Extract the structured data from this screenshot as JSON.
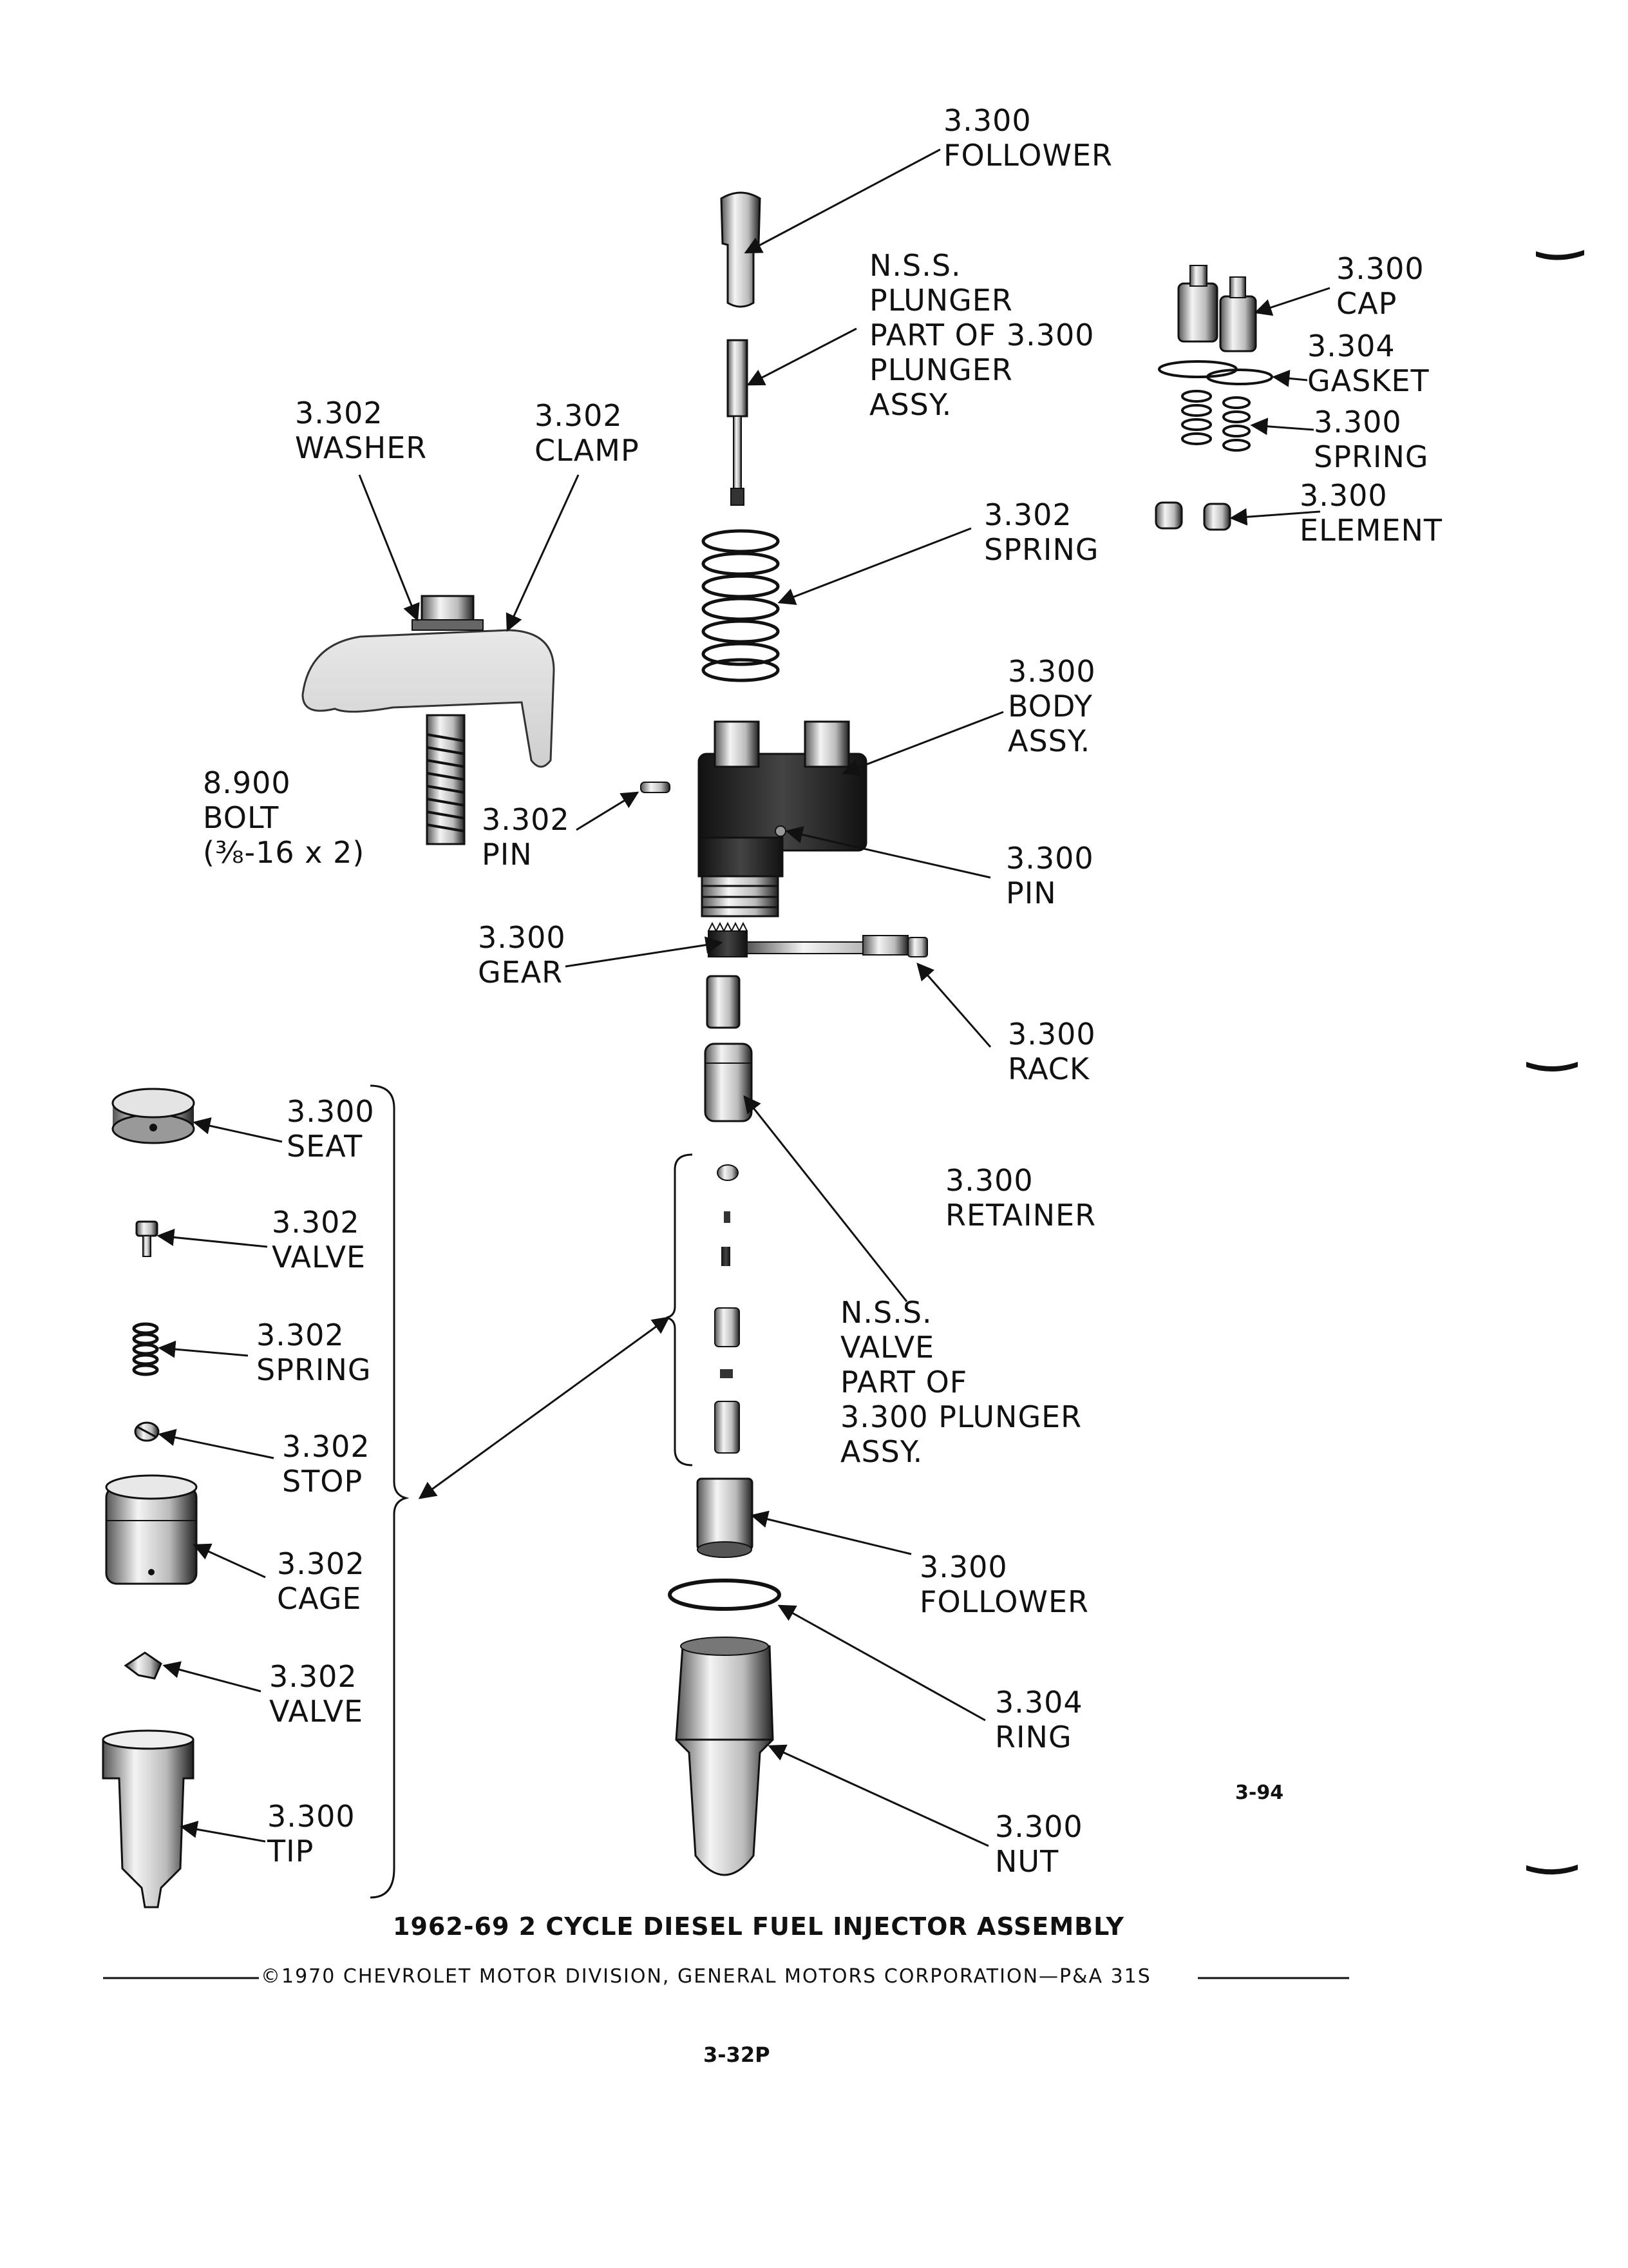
{
  "labels": {
    "follower_top": [
      "3.300",
      "FOLLOWER"
    ],
    "plunger_nss": [
      "N.S.S.",
      "PLUNGER",
      "PART OF 3.300",
      "PLUNGER",
      "ASSY."
    ],
    "cap": [
      "3.300",
      "CAP"
    ],
    "gasket": [
      "3.304",
      "GASKET"
    ],
    "spring_right": [
      "3.300",
      "SPRING"
    ],
    "element": [
      "3.300",
      "ELEMENT"
    ],
    "washer": [
      "3.302",
      "WASHER"
    ],
    "clamp": [
      "3.302",
      "CLAMP"
    ],
    "spring_main": [
      "3.302",
      "SPRING"
    ],
    "body_assy": [
      "3.300",
      "BODY",
      "ASSY."
    ],
    "bolt": [
      "8.900",
      "BOLT",
      "(⅜-16 x 2)"
    ],
    "pin_left": [
      "3.302",
      "PIN"
    ],
    "pin_right": [
      "3.300",
      "PIN"
    ],
    "gear": [
      "3.300",
      "GEAR"
    ],
    "rack": [
      "3.300",
      "RACK"
    ],
    "seat": [
      "3.300",
      "SEAT"
    ],
    "valve_1": [
      "3.302",
      "VALVE"
    ],
    "retainer": [
      "3.300",
      "RETAINER"
    ],
    "spring_left": [
      "3.302",
      "SPRING"
    ],
    "valve_nss": [
      "N.S.S.",
      "VALVE",
      "PART OF",
      "3.300 PLUNGER",
      "ASSY."
    ],
    "stop": [
      "3.302",
      "STOP"
    ],
    "cage": [
      "3.302",
      "CAGE"
    ],
    "follower_bottom": [
      "3.300",
      "FOLLOWER"
    ],
    "valve_2": [
      "3.302",
      "VALVE"
    ],
    "ring": [
      "3.304",
      "RING"
    ],
    "tip": [
      "3.300",
      "TIP"
    ],
    "nut": [
      "3.300",
      "NUT"
    ]
  },
  "section_number": "3-94",
  "caption": "1962-69 2 CYCLE DIESEL FUEL INJECTOR ASSEMBLY",
  "copyright": "©1970 CHEVROLET MOTOR DIVISION, GENERAL MOTORS CORPORATION—P&A 31S",
  "page_number": "3-32P"
}
